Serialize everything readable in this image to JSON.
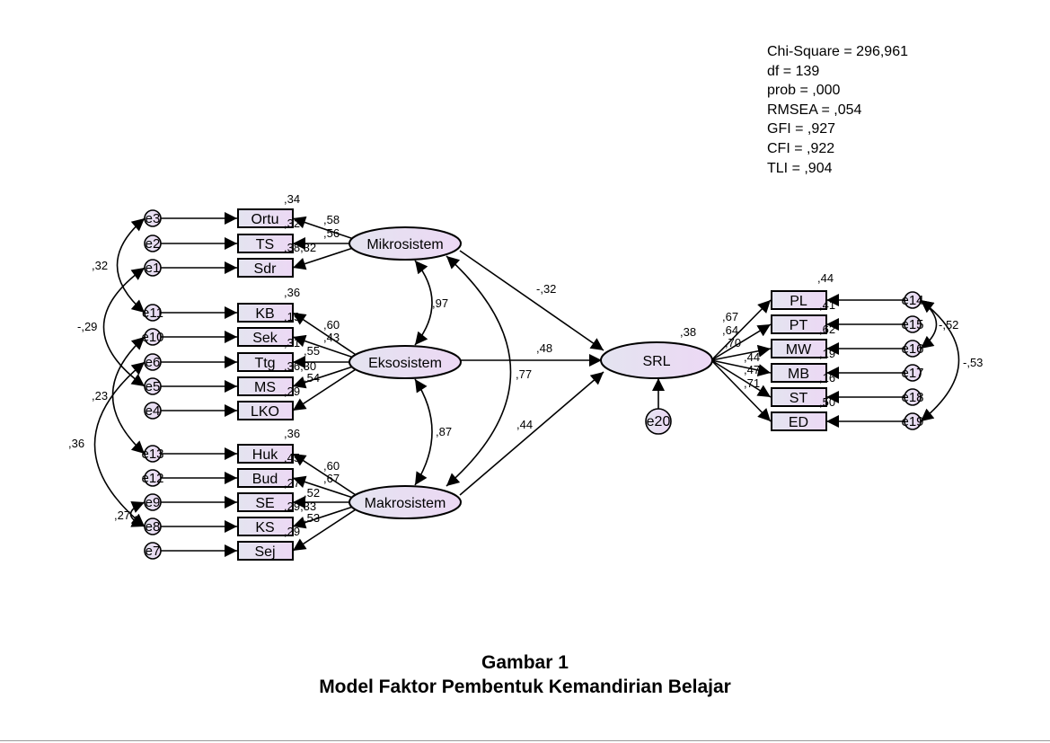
{
  "stats": [
    "Chi-Square = 296,961",
    "df = 139",
    "prob = ,000",
    "RMSEA = ,054",
    "GFI = ,927",
    "CFI = ,922",
    "TLI = ,904"
  ],
  "caption": {
    "line1": "Gambar 1",
    "line2": "Model Faktor Pembentuk Kemandirian Belajar"
  },
  "colors": {
    "node_fill_start": "#e4e4f0",
    "node_fill_end": "#ecd8f4",
    "stroke": "#000000"
  },
  "latents": {
    "mikro": "Mikrosistem",
    "ekso": "Eksosistem",
    "makro": "Makrosistem",
    "srl": "SRL"
  },
  "observed_left": [
    "Ortu",
    "TS",
    "Sdr",
    "KB",
    "Sek",
    "Ttg",
    "MS",
    "LKO",
    "Huk",
    "Bud",
    "SE",
    "KS",
    "Sej"
  ],
  "errors_left": [
    "e3",
    "e2",
    "e1",
    "e11",
    "e10",
    "e6",
    "e5",
    "e4",
    "e13",
    "e12",
    "e9",
    "e8",
    "e7"
  ],
  "observed_right": [
    "PL",
    "PT",
    "MW",
    "MB",
    "ST",
    "ED"
  ],
  "errors_right": [
    "e14",
    "e15",
    "e16",
    "e17",
    "e18",
    "e19"
  ],
  "error_srl": "e20",
  "structural": {
    "mikro_srl": "-,32",
    "ekso_srl": ",48",
    "makro_srl": ",44",
    "srl_r2": ",38"
  },
  "latent_covariances": {
    "mikro_ekso": ",97",
    "ekso_makro": ",87",
    "mikro_makro": ",77"
  },
  "error_covariances_left": {
    "e3_e11": ",32",
    "e1_e5": "-,29",
    "e10_e13": ",23",
    "e6_e8": ",36",
    "e9_e8": ",27"
  },
  "error_covariances_right": {
    "e14_e16": "-,52",
    "e14_e19": "-,53"
  },
  "mikro_labels": [
    ",34",
    ",58",
    ",56",
    ",32",
    ",38,32"
  ],
  "ekso_labels": [
    ",36",
    ",19",
    ",60",
    ",43",
    ",31",
    ",55",
    ",36,30",
    ",54",
    ",29"
  ],
  "makro_labels": [
    ",36",
    ",45",
    ",60",
    ",67",
    ",27",
    ",52",
    ",29,33",
    ",53",
    ",29"
  ],
  "srl_r2_labels": [
    ",44",
    ",41",
    ",62",
    ",19",
    ",16",
    ",50"
  ],
  "srl_loadings": [
    ",67",
    ",64",
    ",70",
    ",44",
    ",47",
    ",71"
  ]
}
